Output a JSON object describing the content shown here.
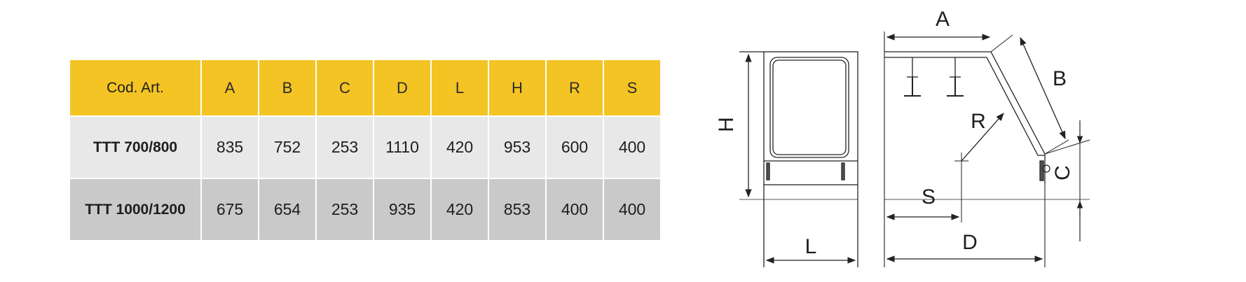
{
  "table": {
    "headers": [
      "Cod. Art.",
      "A",
      "B",
      "C",
      "D",
      "L",
      "H",
      "R",
      "S"
    ],
    "rows": [
      [
        "TTT 700/800",
        "835",
        "752",
        "253",
        "1110",
        "420",
        "953",
        "600",
        "400"
      ],
      [
        "TTT 1000/1200",
        "675",
        "654",
        "253",
        "935",
        "420",
        "853",
        "400",
        "400"
      ]
    ]
  },
  "drawing": {
    "labels": {
      "A": "A",
      "B": "B",
      "C": "C",
      "D": "D",
      "H": "H",
      "L": "L",
      "R": "R",
      "S": "S"
    }
  },
  "colors": {
    "header_bg": "#f4c424",
    "row1_bg": "#e8e8e8",
    "row2_bg": "#c9c9c9",
    "line": "#222222"
  }
}
